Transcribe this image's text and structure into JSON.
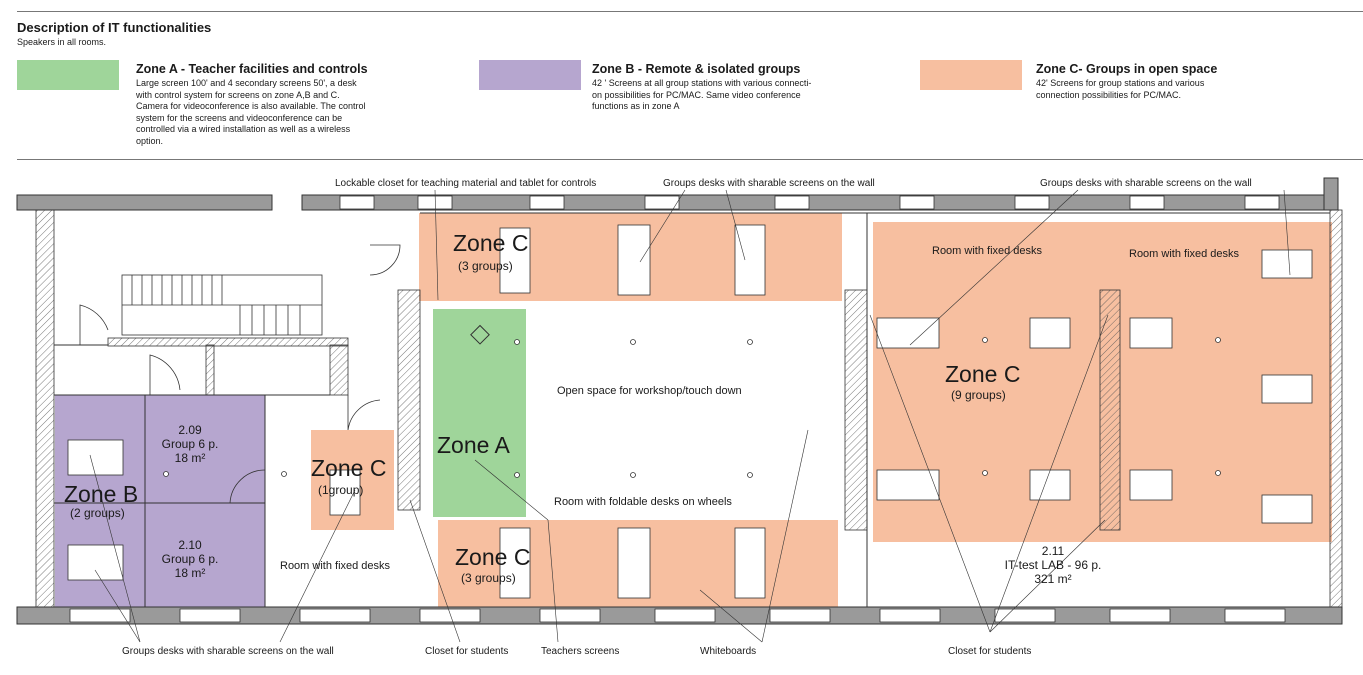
{
  "header": {
    "title": "Description of IT functionalities",
    "subtitle": "Speakers in all rooms."
  },
  "legend": {
    "zone_a": {
      "color": "#9fd59a",
      "title": "Zone A - Teacher facilities and controls",
      "lines": [
        "Large screen 100' and 4 secondary screens 50', a desk",
        "with control system for screens on zone A,B and C.",
        "Camera for videoconference is also available. The control",
        "system for the screens and videoconference can be",
        "controlled via a wired installation as well as a wireless",
        "option."
      ]
    },
    "zone_b": {
      "color": "#b6a6cf",
      "title": "Zone B - Remote & isolated groups",
      "lines": [
        "42 ' Screens at all group stations with various connecti-",
        "on possibilities for PC/MAC. Same video conference",
        "functions as in zone A"
      ]
    },
    "zone_c": {
      "color": "#f7bfa0",
      "title": "Zone C- Groups in open space",
      "lines": [
        "42' Screens for group stations and various",
        "connection possibilities for PC/MAC."
      ]
    }
  },
  "annotations": {
    "top_closet": "Lockable closet for teaching material and tablet for controls",
    "top_groups_1": "Groups desks with sharable screens on the wall",
    "top_groups_2": "Groups desks with sharable screens on the wall",
    "bottom_groups": "Groups desks with sharable screens on the wall",
    "bottom_closet_1": "Closet for students",
    "bottom_teachers": "Teachers screens",
    "bottom_whiteboards": "Whiteboards",
    "bottom_closet_2": "Closet for students"
  },
  "plan": {
    "zone_c_top": {
      "name": "Zone C",
      "sub": "(3 groups)"
    },
    "zone_c_bottom": {
      "name": "Zone C",
      "sub": "(3 groups)"
    },
    "zone_c_small": {
      "name": "Zone C",
      "sub": "(1group)"
    },
    "zone_c_right": {
      "name": "Zone C",
      "sub": "(9 groups)"
    },
    "zone_a": {
      "name": "Zone A"
    },
    "zone_b": {
      "name": "Zone B",
      "sub": "(2 groups)"
    },
    "open_space": "Open space for workshop/touch down",
    "foldable": "Room with foldable desks on wheels",
    "fixed_left": "Room with fixed desks",
    "fixed_right_1": "Room with fixed desks",
    "fixed_right_2": "Room with fixed desks",
    "room_209": {
      "number": "2.09",
      "group": "Group  6 p.",
      "area": "18 m²"
    },
    "room_210": {
      "number": "2.10",
      "group": "Group 6 p.",
      "area": "18 m²"
    },
    "room_211": {
      "number": "2.11",
      "group": "IT-test LAB - 96 p.",
      "area": "321 m²"
    }
  }
}
